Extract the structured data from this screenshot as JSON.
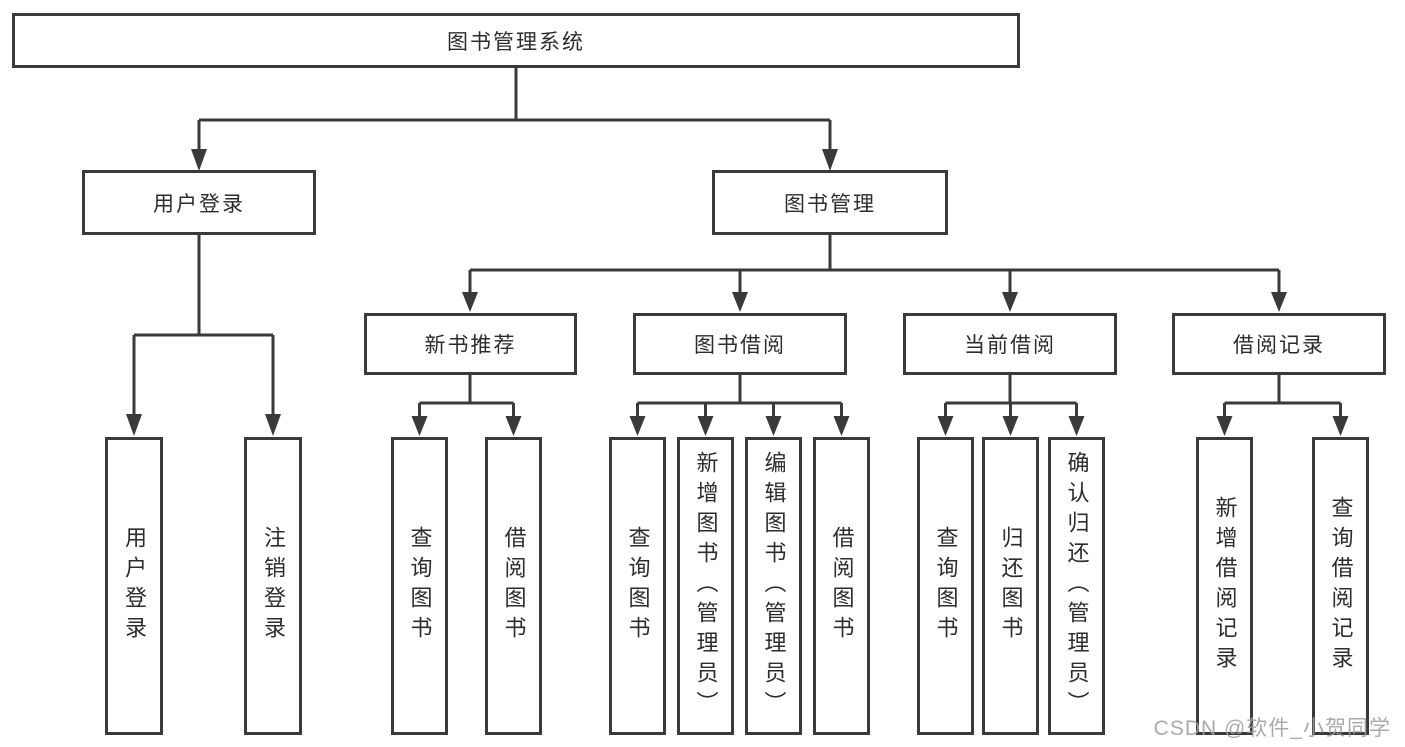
{
  "root": {
    "label": "图书管理系统"
  },
  "level2": [
    {
      "label": "用户登录"
    },
    {
      "label": "图书管理"
    }
  ],
  "level3": [
    {
      "label": "新书推荐"
    },
    {
      "label": "图书借阅"
    },
    {
      "label": "当前借阅"
    },
    {
      "label": "借阅记录"
    }
  ],
  "leaves": {
    "user_login": [
      {
        "label": "用户登录"
      },
      {
        "label": "注销登录"
      }
    ],
    "new_book": [
      {
        "label": "查询图书"
      },
      {
        "label": "借阅图书"
      }
    ],
    "book_borrow": [
      {
        "label": "查询图书"
      },
      {
        "label": "新增图书（管理员）"
      },
      {
        "label": "编辑图书（管理员）"
      },
      {
        "label": "借阅图书"
      }
    ],
    "current_borrow": [
      {
        "label": "查询图书"
      },
      {
        "label": "归还图书"
      },
      {
        "label": "确认归还（管理员）"
      }
    ],
    "borrow_records": [
      {
        "label": "新增借阅记录"
      },
      {
        "label": "查询借阅记录"
      }
    ]
  },
  "watermark": {
    "text": "CSDN @软件_小贺同学"
  },
  "colors": {
    "line": "#3a3a3a",
    "text": "#2d2d2d",
    "background": "#ffffff",
    "watermark": "#9e9e9e"
  }
}
